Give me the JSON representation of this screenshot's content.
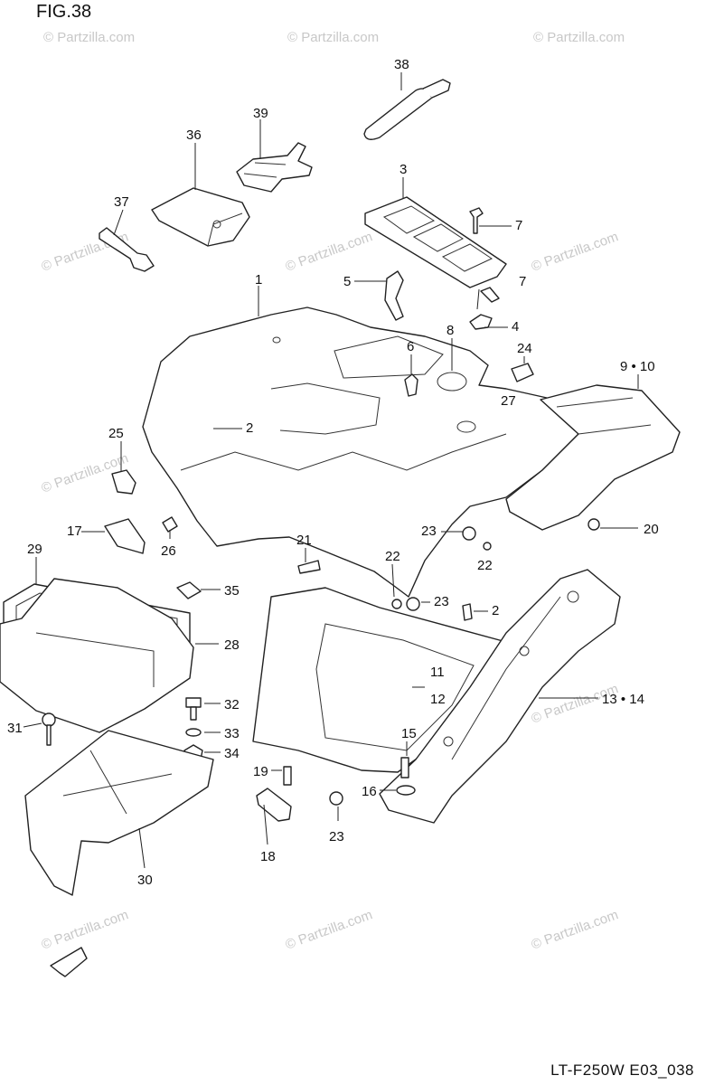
{
  "figure": {
    "title": "FIG.38",
    "code": "LT-F250W E03_038"
  },
  "watermark": "© Partzilla.com",
  "callouts": [
    {
      "id": "c38",
      "text": "38"
    },
    {
      "id": "c39",
      "text": "39"
    },
    {
      "id": "c36",
      "text": "36"
    },
    {
      "id": "c37",
      "text": "37"
    },
    {
      "id": "c3",
      "text": "3"
    },
    {
      "id": "c7a",
      "text": "7"
    },
    {
      "id": "c7b",
      "text": "7"
    },
    {
      "id": "c5",
      "text": "5"
    },
    {
      "id": "c4",
      "text": "4"
    },
    {
      "id": "c1",
      "text": "1"
    },
    {
      "id": "c6",
      "text": "6"
    },
    {
      "id": "c8",
      "text": "8"
    },
    {
      "id": "c24",
      "text": "24"
    },
    {
      "id": "c910",
      "text": "9 • 10"
    },
    {
      "id": "c2a",
      "text": "2"
    },
    {
      "id": "c27",
      "text": "27"
    },
    {
      "id": "c25",
      "text": "25"
    },
    {
      "id": "c17",
      "text": "17"
    },
    {
      "id": "c26",
      "text": "26"
    },
    {
      "id": "c23a",
      "text": "23"
    },
    {
      "id": "c20",
      "text": "20"
    },
    {
      "id": "c21",
      "text": "21"
    },
    {
      "id": "c22a",
      "text": "22"
    },
    {
      "id": "c22b",
      "text": "22"
    },
    {
      "id": "c29",
      "text": "29"
    },
    {
      "id": "c35",
      "text": "35"
    },
    {
      "id": "c23b",
      "text": "23"
    },
    {
      "id": "c2b",
      "text": "2"
    },
    {
      "id": "c28",
      "text": "28"
    },
    {
      "id": "c11",
      "text": "11"
    },
    {
      "id": "c12",
      "text": "12"
    },
    {
      "id": "c1314",
      "text": "13 • 14"
    },
    {
      "id": "c31",
      "text": "31"
    },
    {
      "id": "c32",
      "text": "32"
    },
    {
      "id": "c33",
      "text": "33"
    },
    {
      "id": "c34",
      "text": "34"
    },
    {
      "id": "c15",
      "text": "15"
    },
    {
      "id": "c19",
      "text": "19"
    },
    {
      "id": "c16",
      "text": "16"
    },
    {
      "id": "c18",
      "text": "18"
    },
    {
      "id": "c23c",
      "text": "23"
    },
    {
      "id": "c30",
      "text": "30"
    }
  ]
}
